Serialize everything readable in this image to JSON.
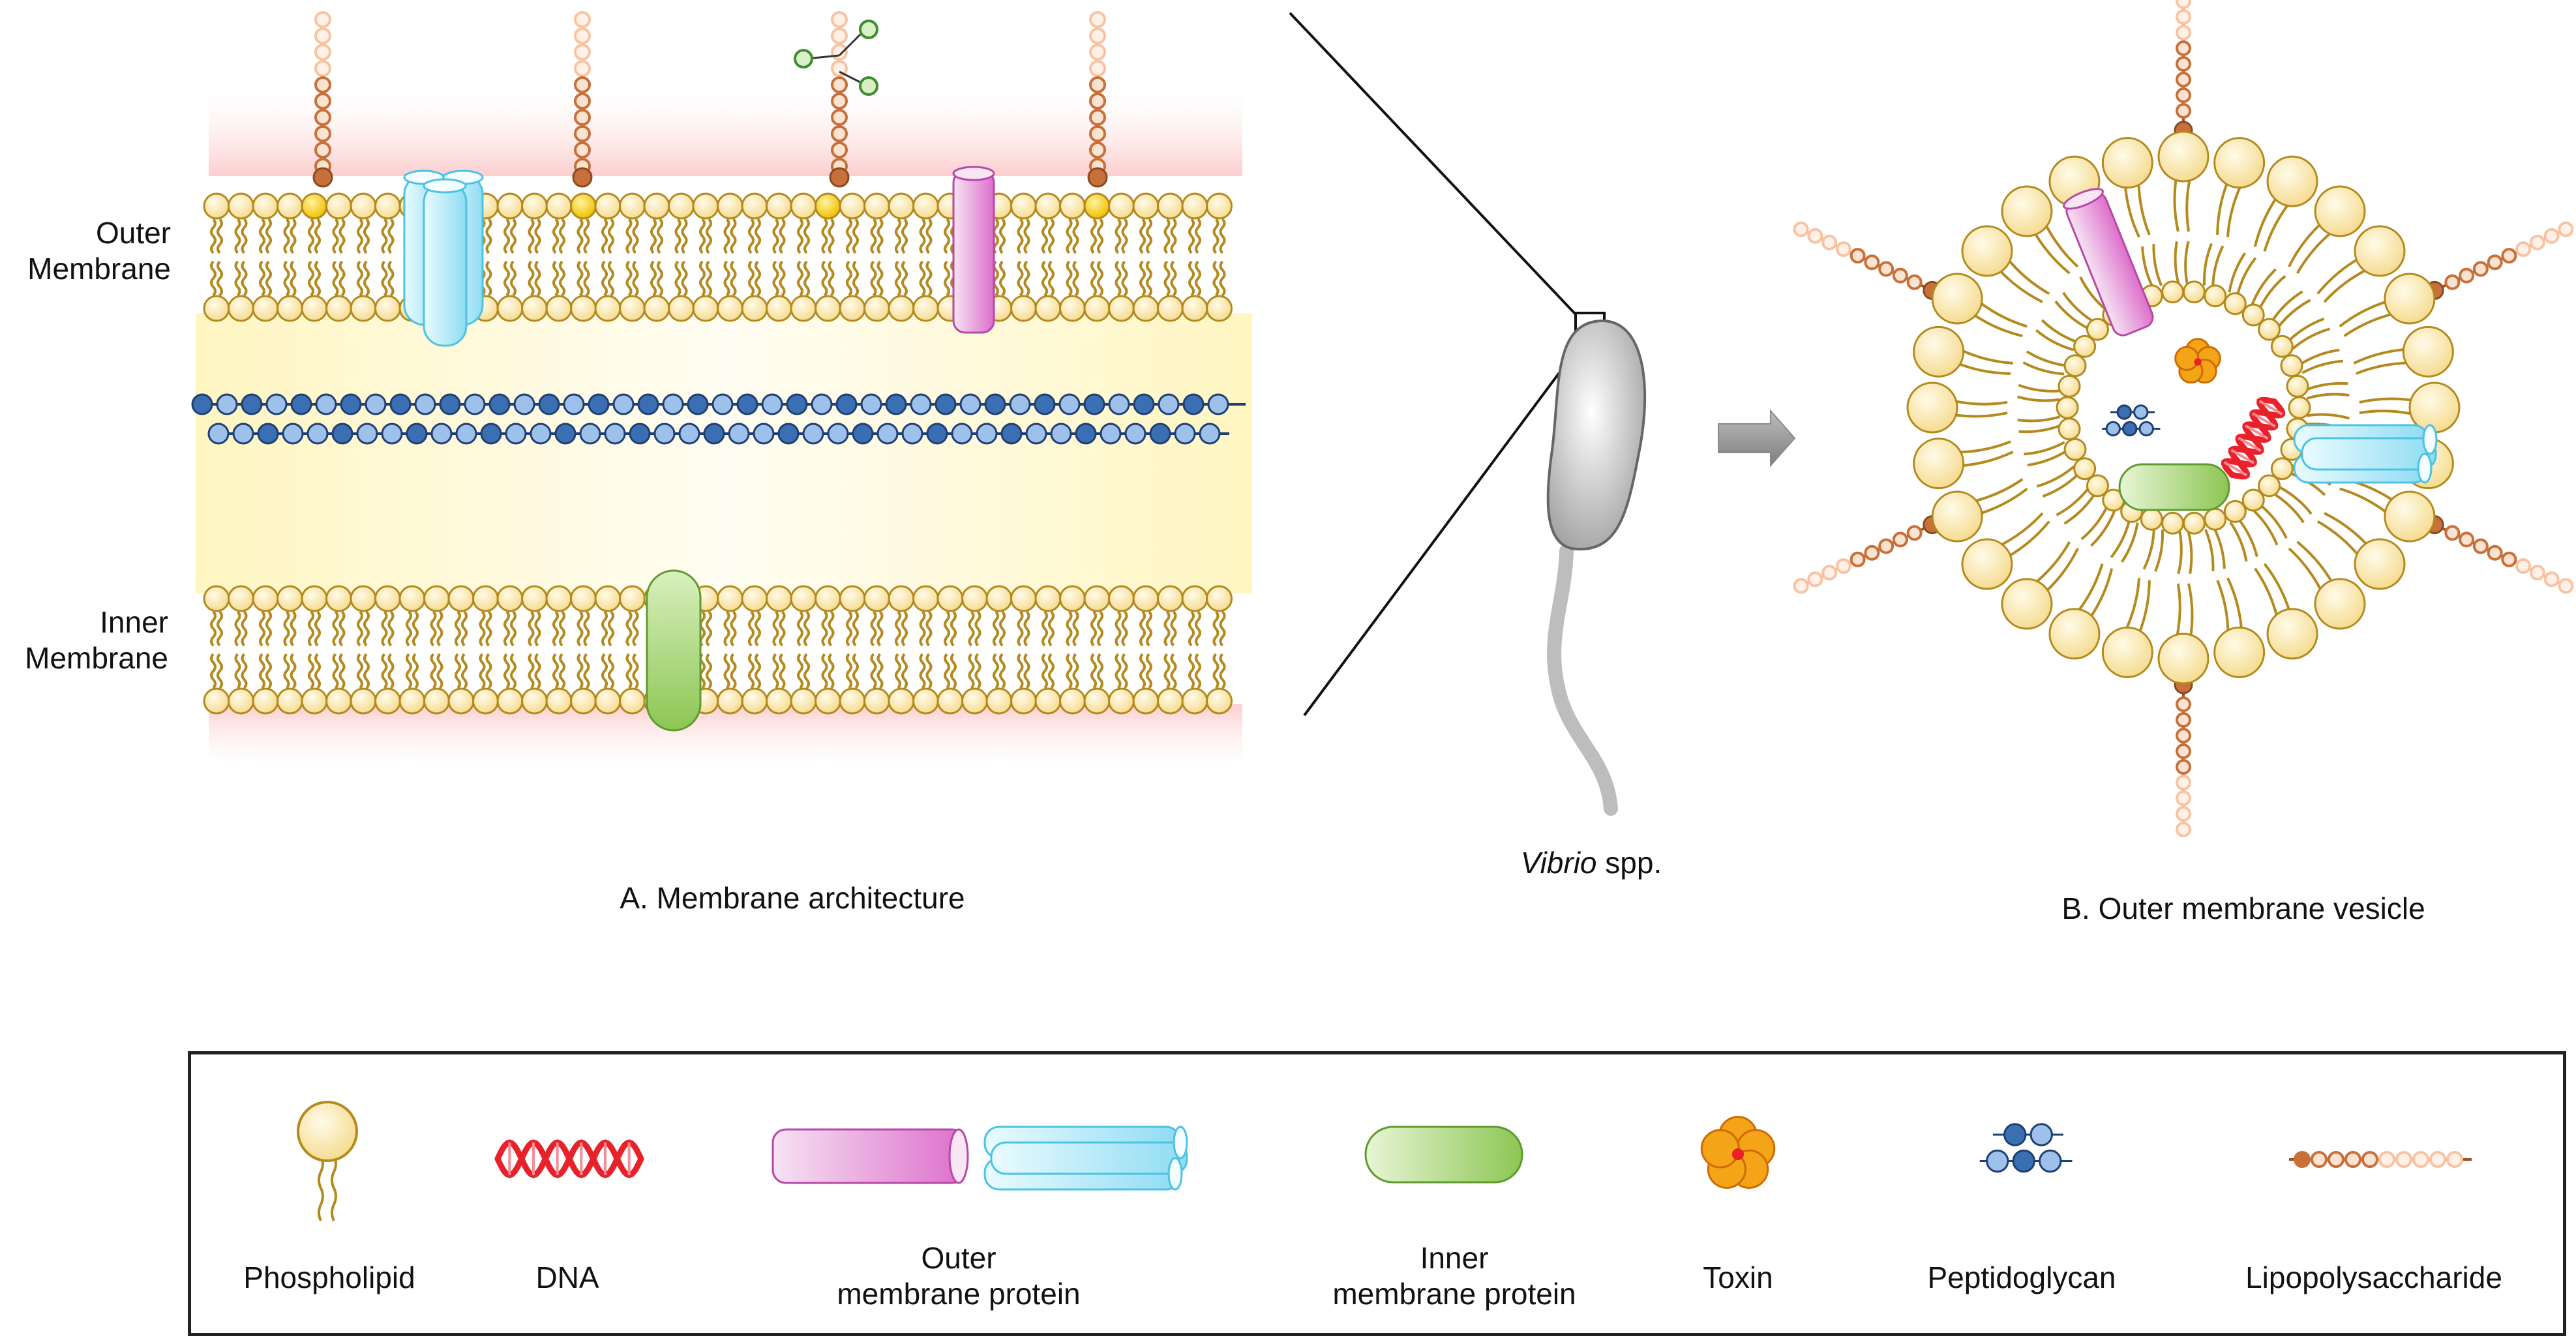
{
  "panel_a": {
    "outer_label_line1": "Outer",
    "outer_label_line2": "Membrane",
    "inner_label_line1": "Inner",
    "inner_label_line2": "Membrane",
    "caption": "A. Membrane architecture"
  },
  "center": {
    "species_italic": "Vibrio",
    "species_rest": " spp."
  },
  "panel_b": {
    "caption": "B. Outer membrane vesicle"
  },
  "legend": {
    "phospholipid": "Phospholipid",
    "dna": "DNA",
    "outer_protein_line1": "Outer",
    "outer_protein_line2": "membrane protein",
    "inner_protein_line1": "Inner",
    "inner_protein_line2": "membrane protein",
    "toxin": "Toxin",
    "peptidoglycan": "Peptidoglycan",
    "lps": "Lipopolysaccharide"
  },
  "colors": {
    "phospholipid_head": "#fbe9a8",
    "phospholipid_stroke": "#b48a1e",
    "lps_dark": "#c8703a",
    "lps_light": "#f7c4a3",
    "pg_dark": "#3b6fb3",
    "pg_light": "#9dc1ea",
    "dna": "#e8212b",
    "outer_protein_pink": "#e88fd6",
    "outer_protein_cyan": "#9fe3f5",
    "inner_protein_green": "#a6d76b",
    "toxin": "#f3a417",
    "cell_gray": "#bdbdbd"
  }
}
